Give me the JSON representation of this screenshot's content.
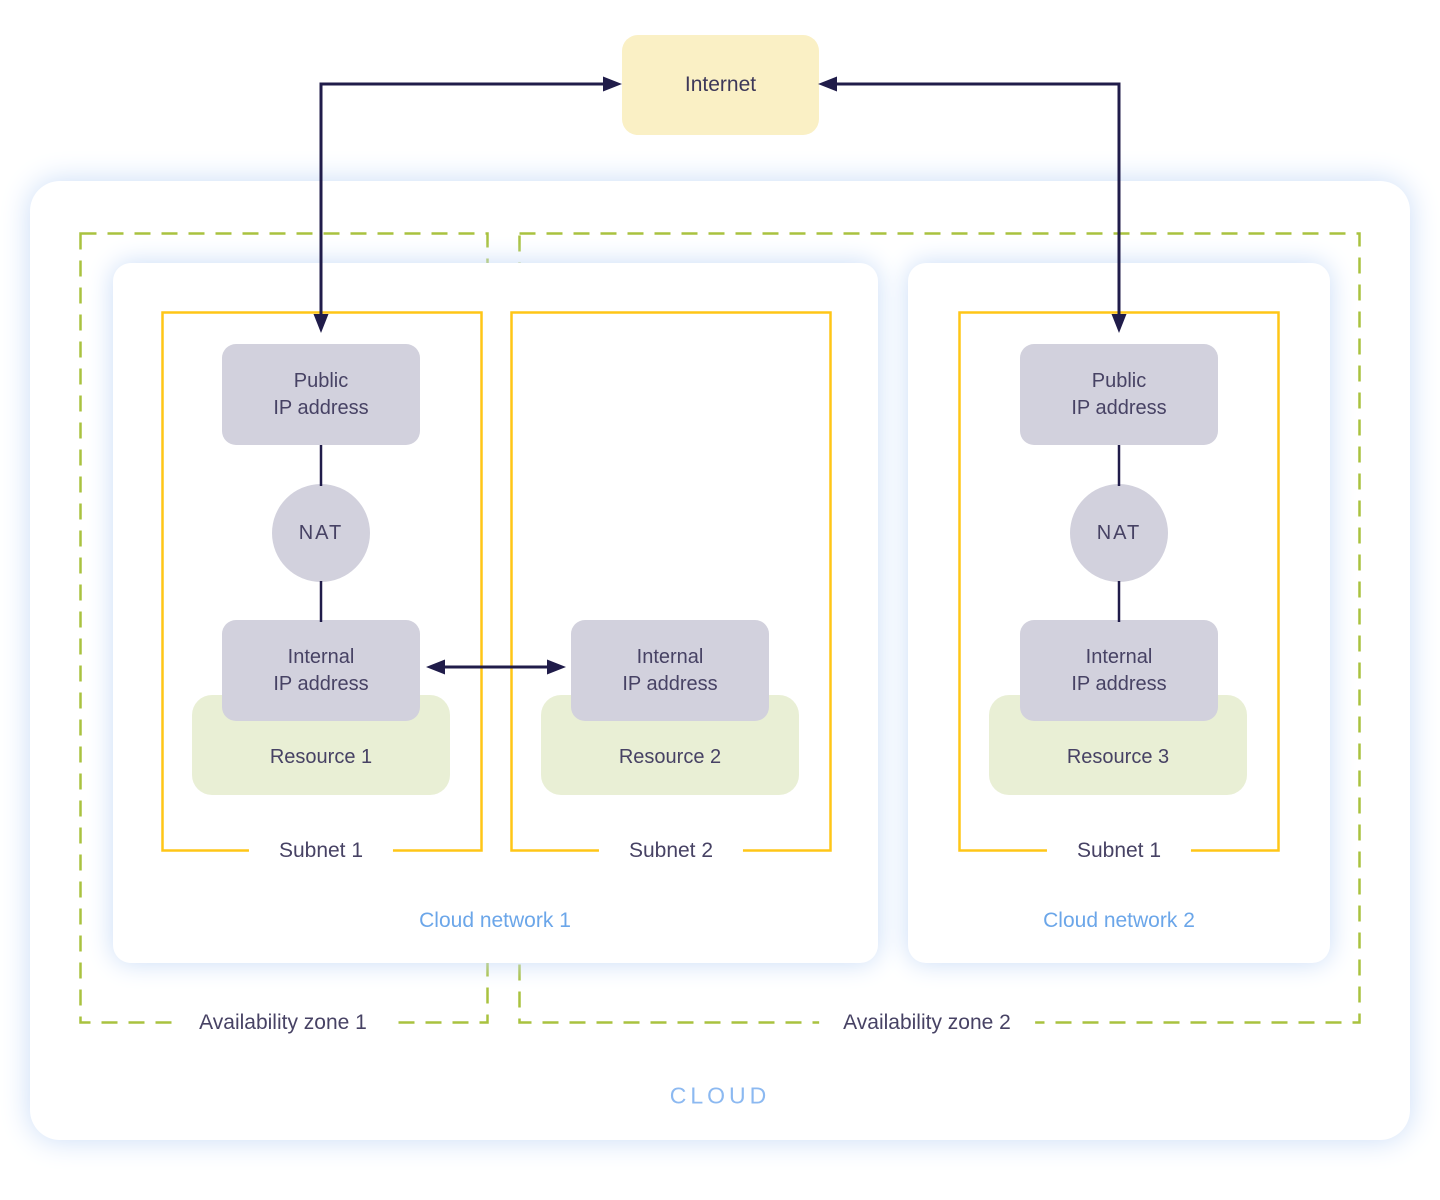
{
  "diagram": {
    "internet": "Internet",
    "cloud": "CLOUD",
    "zones": [
      {
        "label": "Availability zone 1"
      },
      {
        "label": "Availability zone 2"
      }
    ],
    "networks": [
      {
        "label": "Cloud network 1"
      },
      {
        "label": "Cloud network 2"
      }
    ],
    "subnets": [
      {
        "label": "Subnet 1"
      },
      {
        "label": "Subnet 2"
      },
      {
        "label": "Subnet 1"
      }
    ],
    "nodes": {
      "public_ip": {
        "lines": [
          "Public",
          "IP address"
        ]
      },
      "internal_ip": {
        "lines": [
          "Internal",
          "IP address"
        ]
      },
      "nat": "NAT",
      "resources": [
        {
          "label": "Resource 1"
        },
        {
          "label": "Resource 2"
        },
        {
          "label": "Resource 3"
        }
      ]
    }
  },
  "colors": {
    "internet-fill": "#FAF0C5",
    "node-fill": "#D2D1DD",
    "resource-fill": "#E9EFD5",
    "subnet-border": "#FFC617",
    "zone-dash": "#A9C23F",
    "arrow": "#201C4A",
    "text-dark": "#474264",
    "network-label": "#6BA6E9",
    "cloud-label": "#8CB9F1",
    "glow": "#C9DCF7",
    "page-bg": "#FFFFFF"
  }
}
